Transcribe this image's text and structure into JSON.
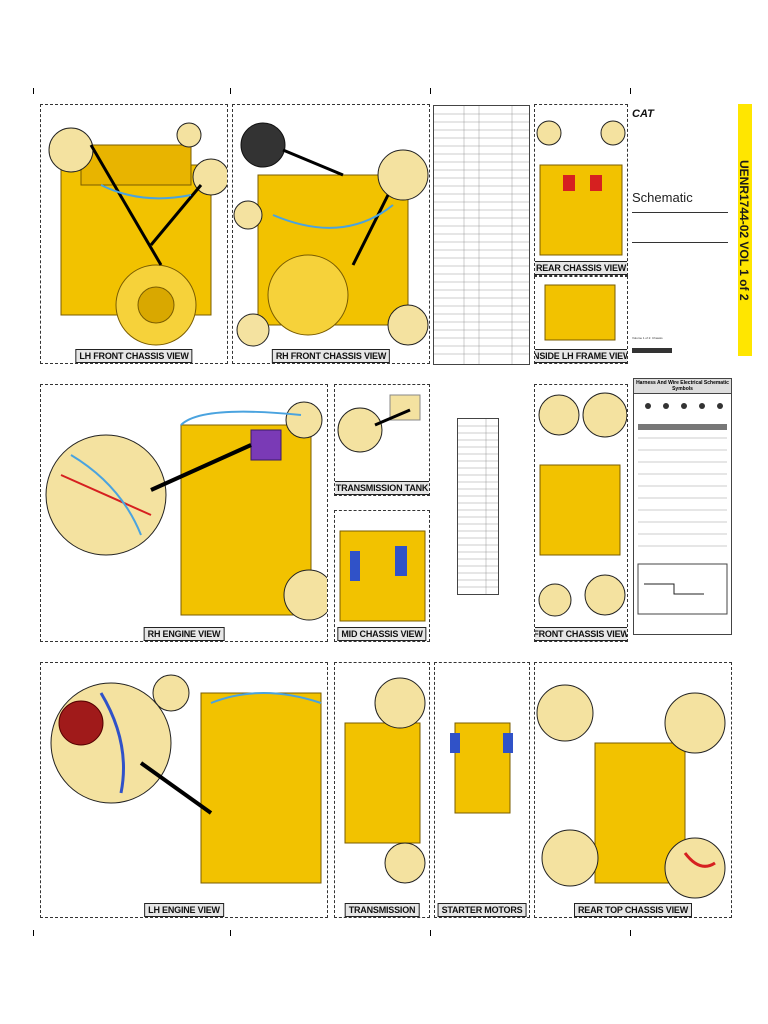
{
  "document": {
    "brand": "CAT",
    "title": "Schematic",
    "doc_number": "UENR1744-02 VOL 1 of 2",
    "volume_note": "Volume 1 of 2: Chassis",
    "legend_title": "Harness And Wire Electrical Schematic Symbols"
  },
  "views": [
    {
      "id": "lh-front",
      "label": "LH FRONT CHASSIS VIEW"
    },
    {
      "id": "rh-front",
      "label": "RH FRONT CHASSIS VIEW"
    },
    {
      "id": "rear-chassis",
      "label": "REAR CHASSIS VIEW"
    },
    {
      "id": "inside-lh",
      "label": "INSIDE LH FRAME VIEW"
    },
    {
      "id": "rh-engine",
      "label": "RH ENGINE VIEW"
    },
    {
      "id": "trans-tank",
      "label": "TRANSMISSION TANK"
    },
    {
      "id": "mid-chassis",
      "label": "MID CHASSIS VIEW"
    },
    {
      "id": "front-chassis",
      "label": "FRONT CHASSIS VIEW"
    },
    {
      "id": "lh-engine",
      "label": "LH  ENGINE VIEW"
    },
    {
      "id": "transmission",
      "label": "TRANSMISSION"
    },
    {
      "id": "starter",
      "label": "STARTER MOTORS"
    },
    {
      "id": "rear-top",
      "label": "REAR TOP CHASSIS VIEW"
    }
  ]
}
